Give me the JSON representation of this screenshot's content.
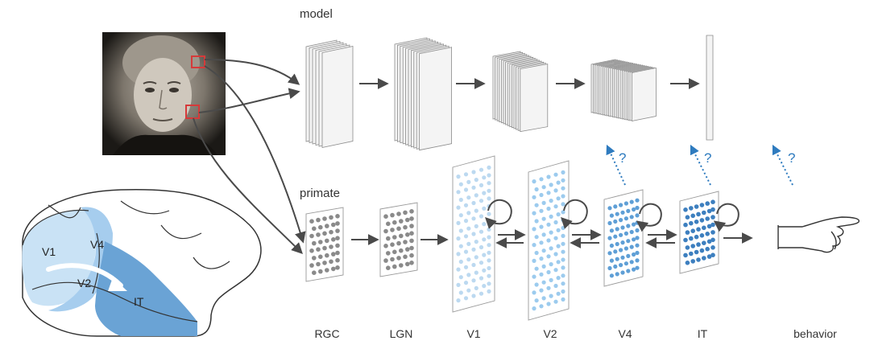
{
  "sections": {
    "model_label": "model",
    "primate_label": "primate"
  },
  "brain_regions": [
    "V1",
    "V4",
    "V2",
    "IT"
  ],
  "stages": [
    {
      "key": "rgc",
      "label": "RGC"
    },
    {
      "key": "lgn",
      "label": "LGN"
    },
    {
      "key": "v1",
      "label": "V1"
    },
    {
      "key": "v2",
      "label": "V2"
    },
    {
      "key": "v4",
      "label": "V4"
    },
    {
      "key": "it",
      "label": "IT"
    },
    {
      "key": "behavior",
      "label": "behavior"
    }
  ],
  "question_mark": "?",
  "colors": {
    "arrow": "#4a4a4a",
    "question": "#2e7bbf",
    "v1_dot": "#bcd9f0",
    "v2_dot": "#9ccbee",
    "v4_dot": "#5f9fd6",
    "it_dot": "#3d7fbf",
    "gray_dot": "#8a8a8a",
    "brain_light": "#c9e2f5",
    "brain_mid": "#a6cdee",
    "brain_dark": "#6aa3d5",
    "highlight_box": "#d63a3a"
  }
}
